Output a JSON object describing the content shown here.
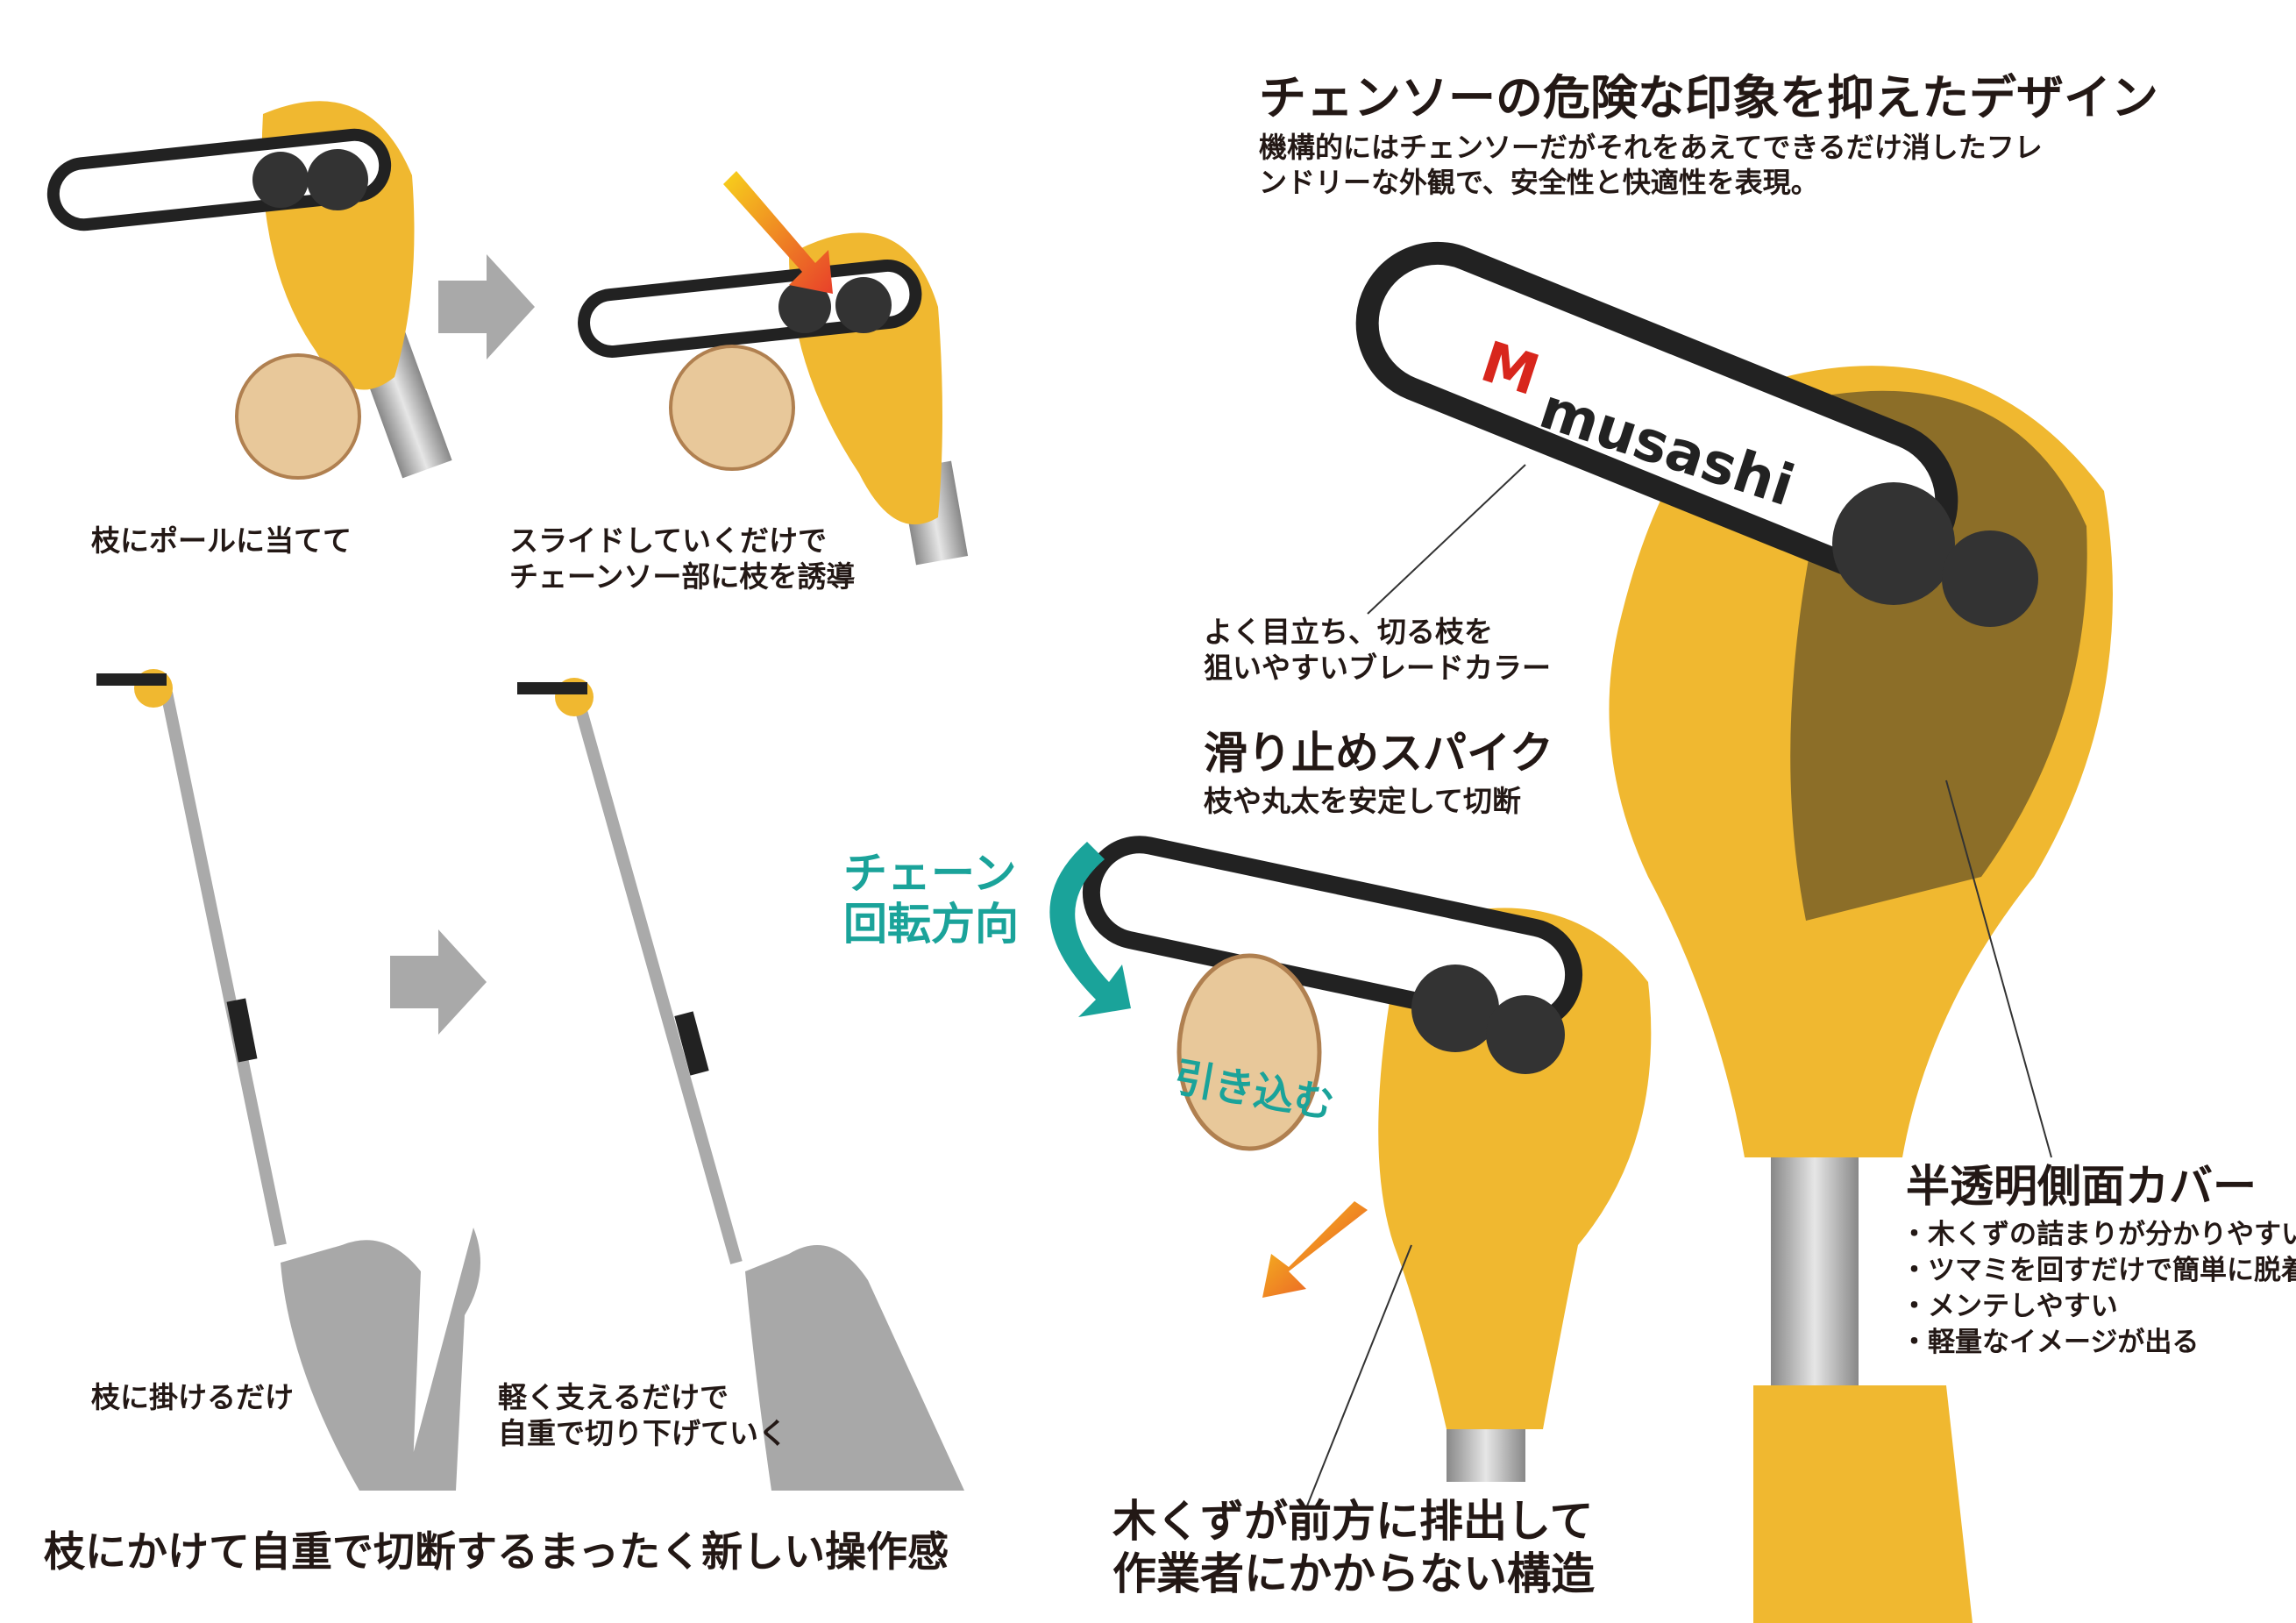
{
  "header": {
    "title": "チェンソーの危険な印象を抑えたデザイン",
    "description": [
      "機構的にはチェンソーだがそれをあえてできるだけ消したフレ",
      "ンドリーな外観で、安全性と快適性を表現。"
    ]
  },
  "brand": {
    "logo_text": "musashi"
  },
  "steps": {
    "step1": [
      "枝にポールに当てて"
    ],
    "step2": [
      "スライドしていくだけで",
      "チェーンソー部に枝を誘導"
    ],
    "step3": [
      "枝に掛けるだけ"
    ],
    "step4": [
      "軽く支えるだけで",
      "自重で切り下げていく"
    ],
    "summary": "枝にかけて自重で切断するまったく新しい操作感"
  },
  "callouts": {
    "blade": [
      "よく目立ち、切る枝を",
      "狙いやすいブレードカラー"
    ],
    "spike_title": "滑り止めスパイク",
    "spike_desc": "枝や丸太を安定して切断",
    "rotation": [
      "チェーン",
      "回転方向"
    ],
    "pull_in": "引き込む",
    "chips": [
      "木くずが前方に排出して",
      "作業者にかからない構造"
    ],
    "cover_title": "半透明側面カバー",
    "cover_points": [
      "・木くずの詰まりが分かりやすい",
      "・ツマミを回すだけで簡単に脱着",
      "・メンテしやすい",
      "・軽量なイメージが出る"
    ]
  },
  "colors": {
    "body": "#f0b830",
    "teal": "#1aa39a",
    "brand_red": "#d8261c",
    "arrow_gray": "#a9a9a9"
  }
}
